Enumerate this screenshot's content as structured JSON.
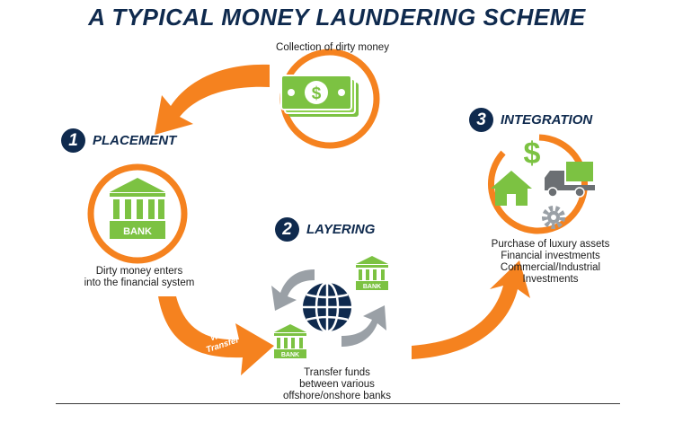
{
  "title": "A TYPICAL MONEY LAUNDERING SCHEME",
  "collection": {
    "caption": "Collection of dirty money",
    "bill_symbol": "$"
  },
  "steps": [
    {
      "number": "1",
      "label": "PLACEMENT",
      "caption_lines": [
        "Dirty money enters",
        "into the financial system"
      ],
      "bank_text": "BANK"
    },
    {
      "number": "2",
      "label": "LAYERING",
      "caption_lines": [
        "Transfer funds",
        "between various",
        "offshore/onshore banks"
      ],
      "bank_text": "BANK"
    },
    {
      "number": "3",
      "label": "INTEGRATION",
      "caption_lines": [
        "Purchase of luxury assets",
        "Financial investments",
        "Commercial/Industrial",
        "Investments"
      ]
    }
  ],
  "wire_transfer": {
    "line1": "Wire",
    "line2": "Transfer"
  },
  "colors": {
    "orange": "#f5821f",
    "navy": "#0f2a4e",
    "green": "#7cc242",
    "gray": "#9aa0a6"
  },
  "icons": [
    "dollar-bill-icon",
    "bank-icon",
    "globe-icon",
    "house-icon",
    "truck-icon",
    "gear-icon",
    "dollar-sign-icon",
    "arrow-icon"
  ]
}
